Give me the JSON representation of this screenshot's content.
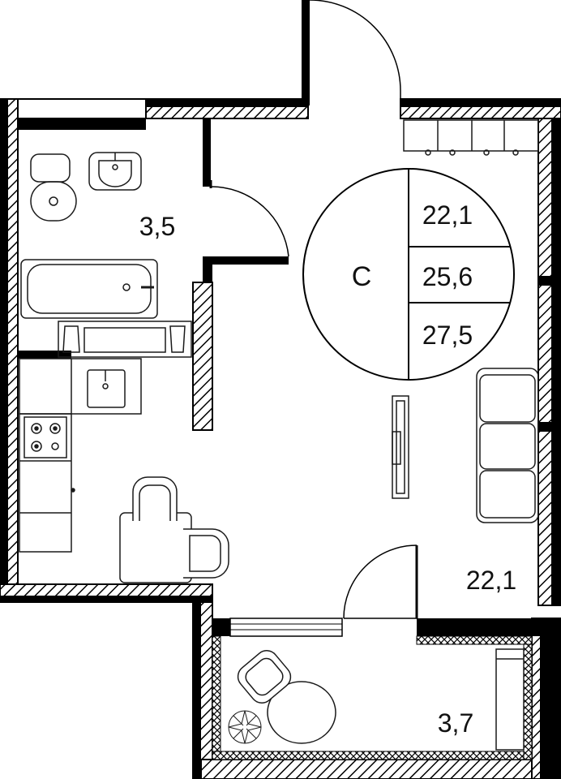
{
  "plan": {
    "type_letter": "С",
    "area_total": "22,1",
    "area_living": "25,6",
    "area_full": "27,5",
    "rooms": {
      "bathroom_area": "3,5",
      "main_room_area": "22,1",
      "balcony_area": "3,7"
    },
    "colors": {
      "wall": "#000000",
      "hatch": "#000000",
      "background": "#ffffff",
      "fixture_stroke": "#1a1a1a"
    }
  }
}
